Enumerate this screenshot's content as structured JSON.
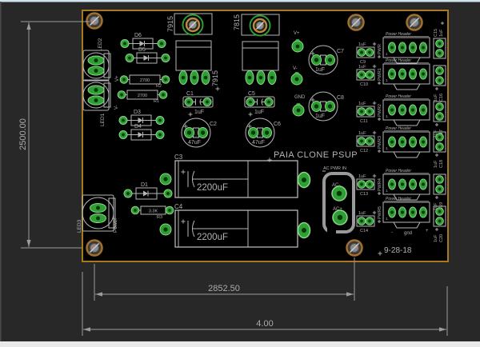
{
  "window": {
    "bg": "#282828",
    "top_edge": "#cfe3ec",
    "bottom_edge": "#e9e9e9"
  },
  "board": {
    "title": "PAIA CLONE PSUP",
    "date": "9-28-18",
    "outline_color": "#a9791e",
    "silkscreen_color": "#b6b6b6",
    "pad_color": "#2f9e33",
    "plus_mark": "+"
  },
  "dimensions": {
    "board_height_mils": "2500.00",
    "hole_spacing_mils": "2852.50",
    "board_width_in": "4.00"
  },
  "regulators": [
    {
      "ref": "7915"
    },
    {
      "ref": "7815"
    }
  ],
  "test_points": [
    {
      "label": "V+"
    },
    {
      "label": "V-"
    },
    {
      "label": "GND"
    }
  ],
  "led_test_labels": [
    {
      "label": "V+"
    },
    {
      "label": "V-"
    }
  ],
  "leds": [
    {
      "ref": "LED2"
    },
    {
      "ref": "LED1"
    },
    {
      "ref": "LED3"
    }
  ],
  "power_label": "Power",
  "diodes": [
    {
      "ref": "D6"
    },
    {
      "ref": "D5"
    },
    {
      "ref": "D3"
    },
    {
      "ref": "D4"
    },
    {
      "ref": "D1"
    }
  ],
  "resistors": [
    {
      "ref": "R2",
      "value": "2700"
    },
    {
      "ref": "R1",
      "value": "2700"
    },
    {
      "ref": "R3",
      "value": "3.3K"
    }
  ],
  "capacitors": {
    "axial": [
      {
        "ref": "C1",
        "value": "1uF"
      },
      {
        "ref": "C5",
        "value": "1uF"
      }
    ],
    "radial": [
      {
        "ref": "C2",
        "value": "47uF"
      },
      {
        "ref": "C6",
        "value": "47uF"
      },
      {
        "ref": "C7",
        "value": "1uF"
      },
      {
        "ref": "C8",
        "value": "1uF"
      }
    ],
    "electrolytic": [
      {
        "ref": "C3",
        "value": "2200uF"
      },
      {
        "ref": "C4",
        "value": "2200uF"
      }
    ],
    "bypass_left": [
      {
        "ref": "C9",
        "value": "1uF"
      },
      {
        "ref": "C10",
        "value": "1uF"
      },
      {
        "ref": "C11",
        "value": "1uF"
      },
      {
        "ref": "C12",
        "value": "1uF"
      },
      {
        "ref": "C13",
        "value": "1uF"
      },
      {
        "ref": "C14",
        "value": "1uF"
      }
    ],
    "bypass_right": [
      {
        "ref": "C15",
        "value": "1uF"
      },
      {
        "ref": "C16",
        "value": "1uF"
      },
      {
        "ref": "C17",
        "value": "1uF"
      },
      {
        "ref": "C18",
        "value": "1uF"
      },
      {
        "ref": "C19",
        "value": "1uF"
      },
      {
        "ref": "C20",
        "value": "1uF"
      }
    ]
  },
  "headers": {
    "label": "Power Header",
    "pin1": "1",
    "refs": [
      {
        "ref": "PWR"
      },
      {
        "ref": "PWR1"
      },
      {
        "ref": "PWR2"
      },
      {
        "ref": "PWR3"
      },
      {
        "ref": "PWR4"
      },
      {
        "ref": "PWR5"
      }
    ],
    "bottom_pin_labels": [
      {
        "t": "-"
      },
      {
        "t": "gnd"
      },
      {
        "t": "+"
      }
    ]
  },
  "ac_input": {
    "label": "AC PWR IN",
    "pins": [
      {
        "t": "AC-"
      },
      {
        "t": "AC+"
      }
    ]
  }
}
